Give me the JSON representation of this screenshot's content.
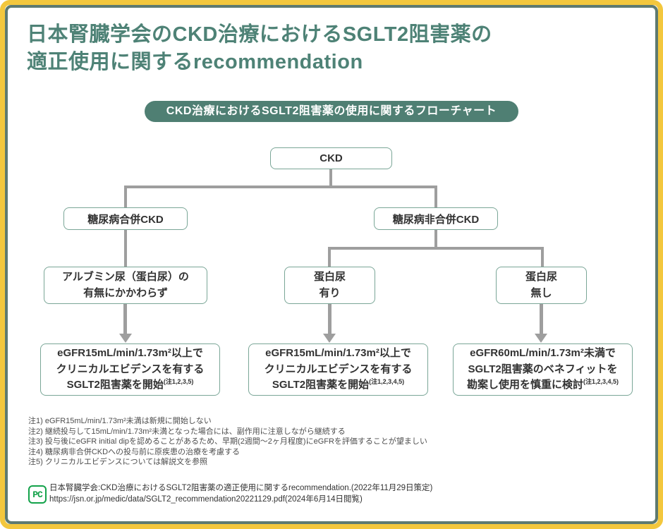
{
  "colors": {
    "frame_gold": "#F3C73D",
    "frame_teal": "#5E7A70",
    "title_teal": "#4E8276",
    "banner_bg": "#4F7F73",
    "node_border": "#7AA697",
    "connector_gray": "#9E9E9E",
    "logo_green": "#13A24A"
  },
  "header": {
    "title_line1": "日本腎臓学会のCKD治療におけるSGLT2阻害薬の",
    "title_line2": "適正使用に関するrecommendation"
  },
  "banner": {
    "label": "CKD治療におけるSGLT2阻害薬の使用に関するフローチャート"
  },
  "flowchart": {
    "ckd": {
      "label": "CKD"
    },
    "dm_ckd": {
      "label": "糖尿病合併CKD"
    },
    "non_dm_ckd": {
      "label": "糖尿病非合併CKD"
    },
    "albuminuria": {
      "line1": "アルブミン尿（蛋白尿）の",
      "line2": "有無にかかわらず"
    },
    "proteinuria_yes": {
      "line1": "蛋白尿",
      "line2": "有り"
    },
    "proteinuria_no": {
      "line1": "蛋白尿",
      "line2": "無し"
    },
    "outcome_dm": {
      "line1": "eGFR15mL/min/1.73m²以上で",
      "line2": "クリニカルエビデンスを有する",
      "line3": "SGLT2阻害薬を開始",
      "note_sup": "(注1,2,3,5)"
    },
    "outcome_proteinuria": {
      "line1": "eGFR15mL/min/1.73m²以上で",
      "line2": "クリニカルエビデンスを有する",
      "line3": "SGLT2阻害薬を開始",
      "note_sup": "(注1,2,3,4,5)"
    },
    "outcome_no_proteinuria": {
      "line1": "eGFR60mL/min/1.73m²未満で",
      "line2": "SGLT2阻害薬のベネフィットを",
      "line3": "勘案し使用を慎重に検討",
      "note_sup": "(注1,2,3,4,5)"
    }
  },
  "footnotes": [
    "注1) eGFR15mL/min/1.73m²未満は新規に開始しない",
    "注2) 継続投与して15mL/min/1.73m²未満となった場合には、副作用に注意しながら継続する",
    "注3) 投与後にeGFR initial dipを認めることがあるため、早期(2週間〜2ヶ月程度)にeGFRを評価することが望ましい",
    "注4) 糖尿病非合併CKDへの投与前に原疾患の治療を考慮する",
    "注5) クリニカルエビデンスについては解説文を参照"
  ],
  "citation": {
    "logo_text": "PC",
    "line1": "日本腎臓学会:CKD治療におけるSGLT2阻害薬の適正使用に関するrecommendation.(2022年11月29日策定)",
    "line2": "https://jsn.or.jp/medic/data/SGLT2_recommendation20221129.pdf(2024年6月14日閲覧)"
  }
}
